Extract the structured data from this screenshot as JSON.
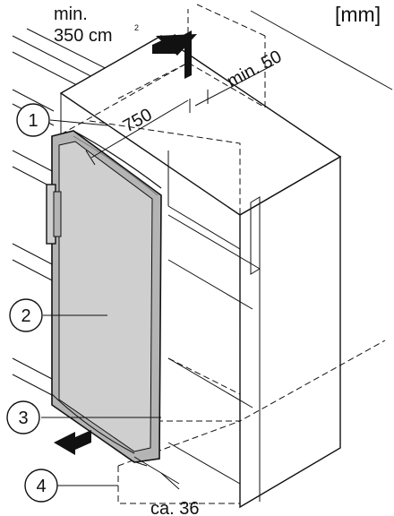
{
  "unit_label": "[mm]",
  "ventilation": {
    "line1": "min.",
    "line2": "350 cm",
    "superscript": "2"
  },
  "dimensions": {
    "rear_gap": "min. 50",
    "depth": "750",
    "door_gap": "ca. 36"
  },
  "callouts": [
    {
      "number": "1"
    },
    {
      "number": "2"
    },
    {
      "number": "3"
    },
    {
      "number": "4"
    }
  ],
  "colors": {
    "door_fill": "#cfcfcf",
    "door_frame": "#b4b4b4",
    "line": "#111111",
    "background": "#ffffff"
  }
}
